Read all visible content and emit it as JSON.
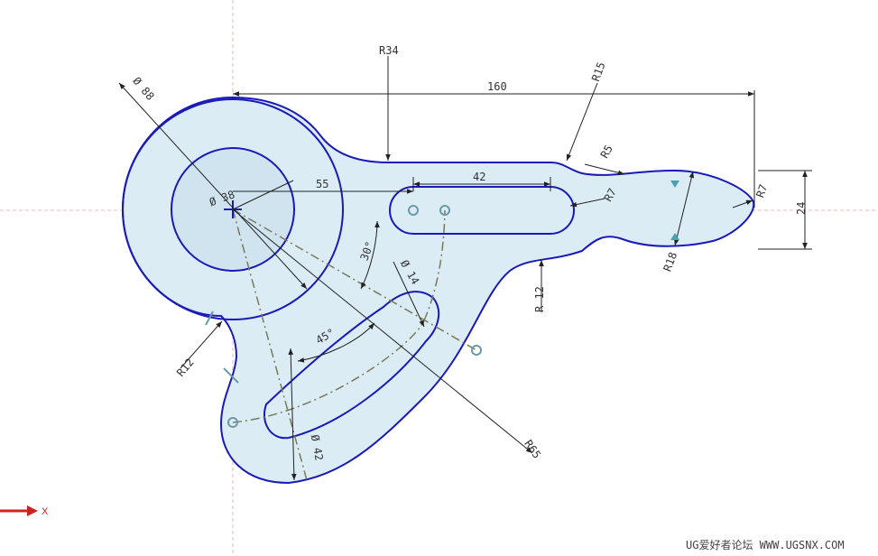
{
  "colors": {
    "outline": "#1a1ab8",
    "fill": "#dcecf5",
    "fill_inner": "#cfe4ef",
    "dimension": "#222222",
    "center_line": "#f0a0a0",
    "construction": "#7a7a5a",
    "point_marker": "#6a9aaa",
    "axis_arrow": "#cc2222"
  },
  "dimensions": {
    "d88": "Ø 88",
    "d38": "Ø 38",
    "r34": "R34",
    "l160": "160",
    "r15": "R15",
    "r5": "R5",
    "r7_slot": "R7",
    "r7_tip": "R7",
    "h24": "24",
    "r18": "R18",
    "l42": "42",
    "l55": "55",
    "a30": "30°",
    "d14": "Ø 14",
    "a45": "45°",
    "r12_left": "R12",
    "r12_right": "R 12",
    "r65": "R65",
    "d42": "Ø 42"
  },
  "axis": {
    "x_label": "X"
  },
  "watermark": "UG爱好者论坛 WWW.UGSNX.COM"
}
